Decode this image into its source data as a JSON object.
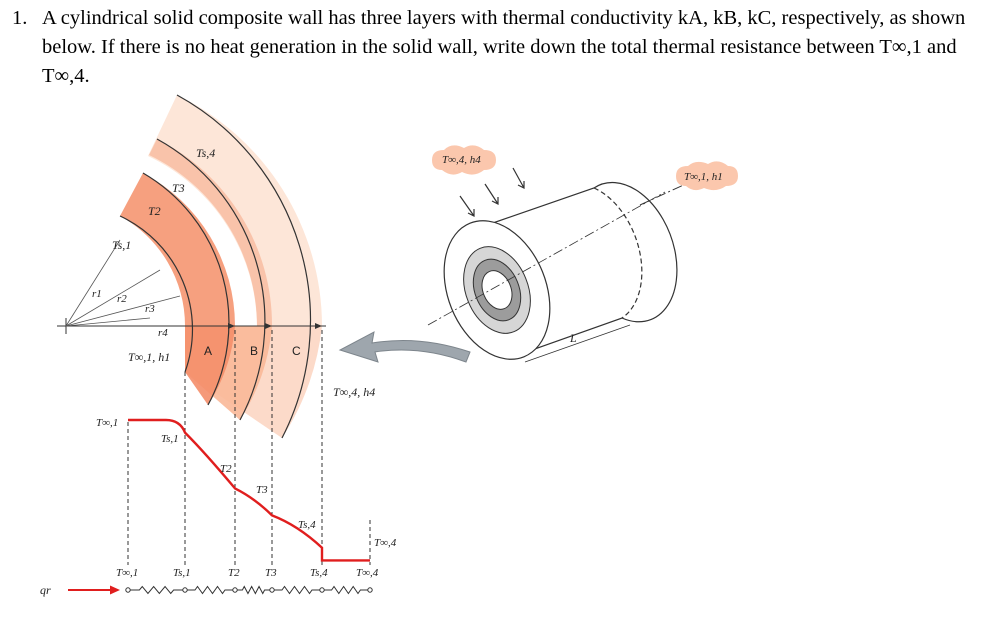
{
  "question": {
    "number": "1.",
    "text": "A cylindrical solid composite wall has three layers with thermal conductivity kA, kB, kC, respectively, as shown below. If there is no heat generation in the solid wall, write down the total thermal resistance between T∞,1 and T∞,4."
  },
  "figure": {
    "colors": {
      "layer_inner": "#f6a07f",
      "layer_mid": "#f9c3aa",
      "layer_outer": "#fde6d8",
      "profile": "#e01e1e",
      "heat_arrow": "#e01e1e",
      "blob": "#fbc7ad",
      "big_arrow": "#9ea6ad"
    },
    "section": {
      "surface_labels": [
        "Ts,4",
        "T3",
        "T2",
        "Ts,1"
      ],
      "radius_labels": [
        "r1",
        "r2",
        "r3",
        "r4"
      ],
      "inner_fluid": "T∞,1, h1",
      "outer_fluid": "T∞,4, h4",
      "layers": [
        "A",
        "B",
        "C"
      ]
    },
    "profile": {
      "labels": [
        "T∞,1",
        "Ts,1",
        "T2",
        "T3",
        "Ts,4",
        "T∞,4"
      ],
      "values": [
        1.0,
        0.93,
        0.62,
        0.47,
        0.29,
        0.22
      ]
    },
    "circuit": {
      "node_labels": [
        "T∞,1",
        "Ts,1",
        "T2",
        "T3",
        "Ts,4",
        "T∞,4"
      ],
      "heat_rate": "qr"
    },
    "cylinder": {
      "outer_fluid": "T∞,4, h4",
      "inner_fluid": "T∞,1, h1",
      "length_label": "L"
    }
  }
}
